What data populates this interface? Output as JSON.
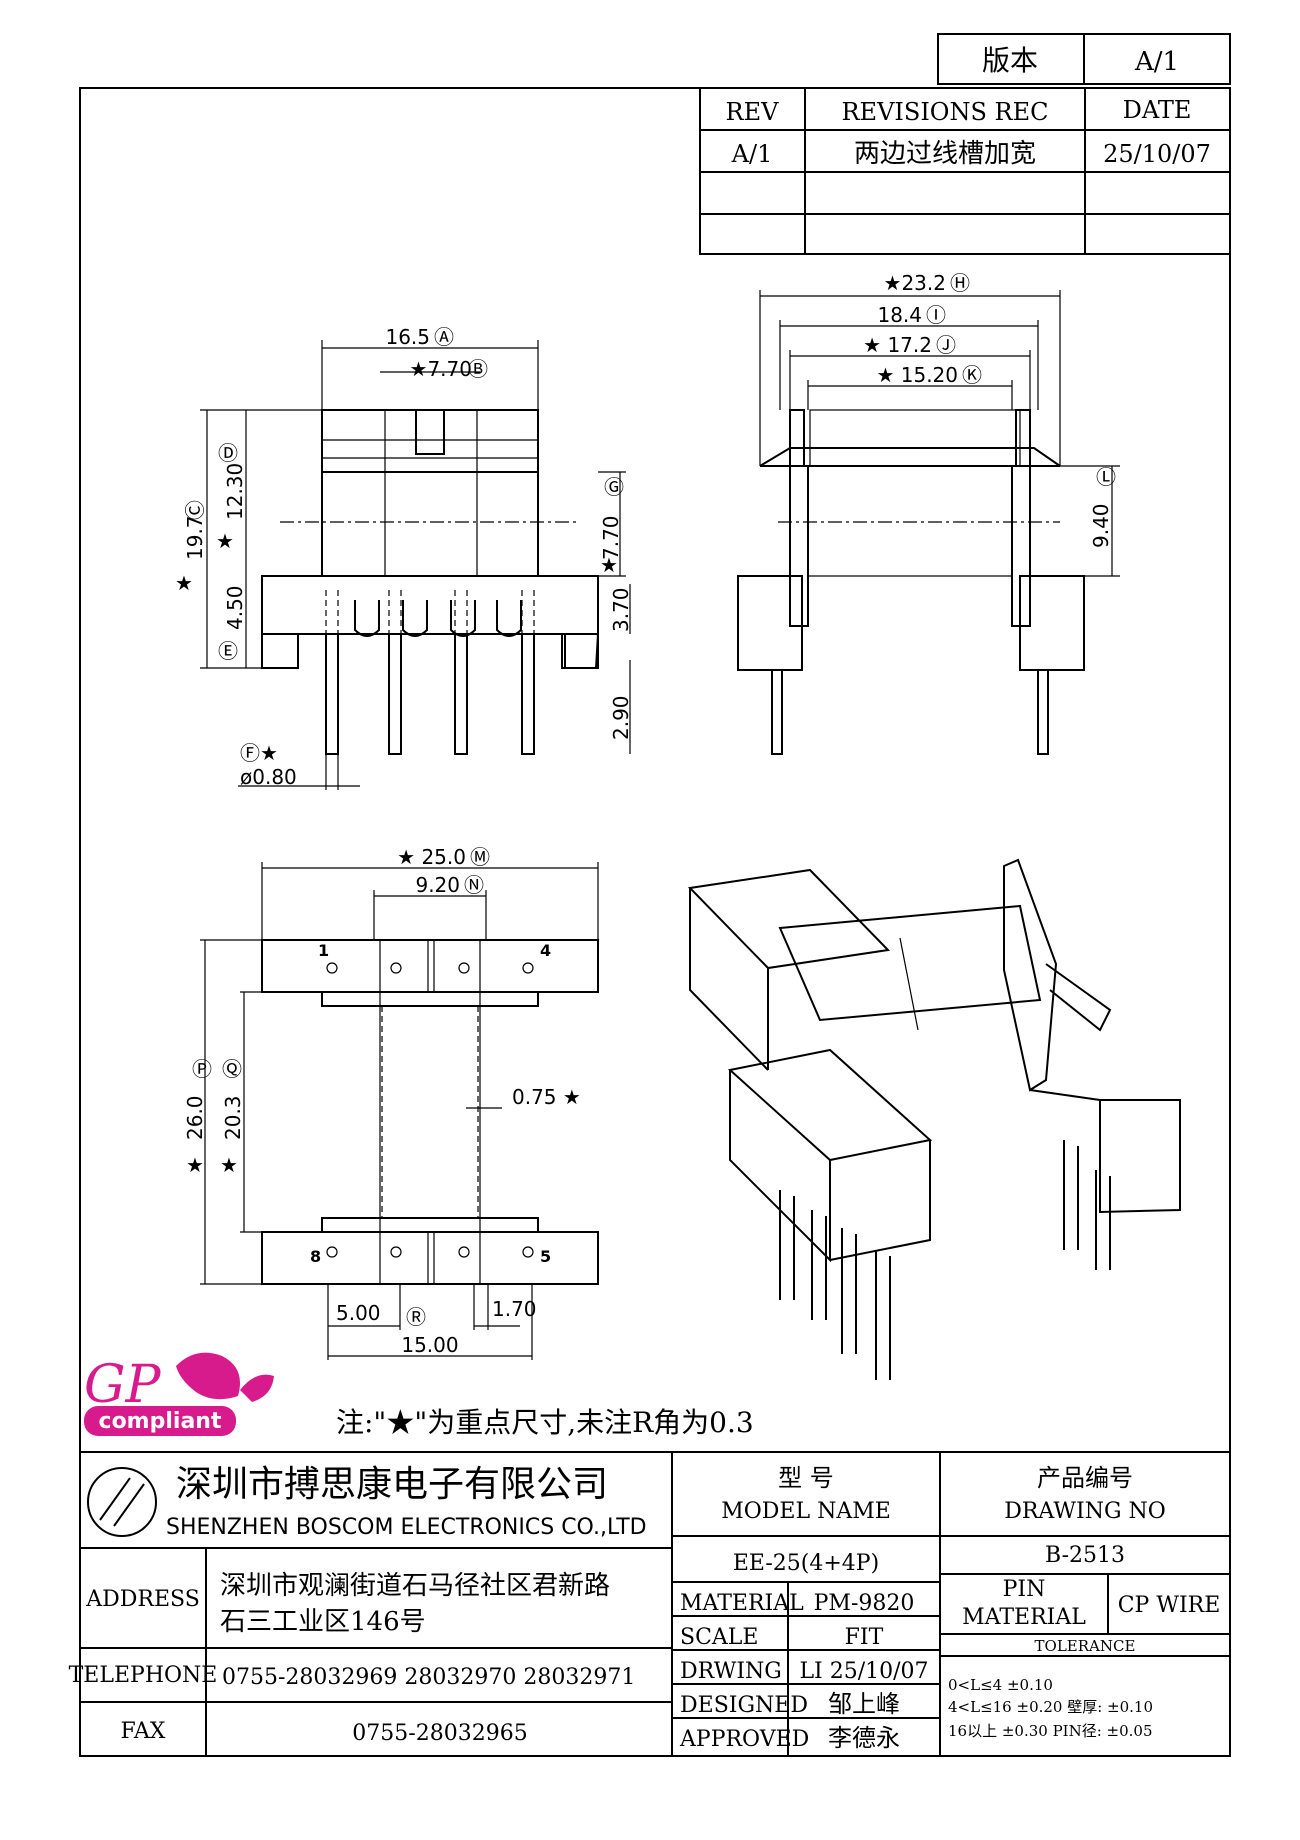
{
  "version_box": {
    "label": "版本",
    "value": "A/1"
  },
  "revisions": {
    "headers": {
      "rev": "REV",
      "rec": "REVISIONS REC",
      "date": "DATE"
    },
    "rows": [
      {
        "rev": "A/1",
        "rec": "两边过线槽加宽",
        "date": "25/10/07"
      }
    ]
  },
  "dimensions": {
    "A": "16.5",
    "B": "★7.70",
    "C": "19.7",
    "D": "12.30",
    "E": "4.50",
    "F": "ø0.80",
    "F_label": "Ⓕ★",
    "G": "7.70",
    "pin_h": "3.70",
    "pin_len": "2.90",
    "H": "★23.2",
    "I": "18.4",
    "J": "★ 17.2",
    "K": "★ 15.20",
    "L": "9.40",
    "M": "★ 25.0",
    "N": "9.20",
    "P": "26.0",
    "Q": "20.3",
    "wall": "0.75 ★",
    "R": "5.00",
    "gap": "1.70",
    "S": "15.00"
  },
  "dim_letters": {
    "A": "Ⓐ",
    "B": "Ⓑ",
    "C": "Ⓒ",
    "D": "Ⓓ",
    "E": "Ⓔ",
    "G": "Ⓖ",
    "H": "Ⓗ",
    "I": "Ⓘ",
    "J": "Ⓙ",
    "K": "Ⓚ",
    "L": "Ⓛ",
    "M": "Ⓜ",
    "N": "Ⓝ",
    "P": "Ⓟ",
    "Q": "Ⓠ",
    "R": "Ⓡ",
    "star": "★"
  },
  "pins": {
    "p1": "1",
    "p4": "4",
    "p8": "8",
    "p5": "5"
  },
  "logo": {
    "gp": "GP",
    "compliant": "compliant"
  },
  "note": "注:\"★\"为重点尺寸,未注R角为0.3",
  "company": {
    "cn": "深圳市搏思康电子有限公司",
    "en": "SHENZHEN BOSCOM ELECTRONICS CO.,LTD"
  },
  "model": {
    "label_cn": "型      号",
    "label_en": "MODEL NAME",
    "value": "EE-25(4+4P)"
  },
  "drawing_no": {
    "label_cn": "产品编号",
    "label_en": "DRAWING NO",
    "value": "B-2513"
  },
  "address": {
    "label": "ADDRESS",
    "line1": "深圳市观澜街道石马径社区君新路",
    "line2": "石三工业区146号"
  },
  "telephone": {
    "label": "TELEPHONE",
    "value": "0755-28032969  28032970  28032971"
  },
  "fax": {
    "label": "FAX",
    "value": "0755-28032965"
  },
  "specs": [
    {
      "label": "MATERIAL",
      "value": "PM-9820"
    },
    {
      "label": "SCALE",
      "value": "FIT"
    },
    {
      "label": "DRWING",
      "value": "LI 25/10/07"
    },
    {
      "label": "DESIGNED",
      "value": "邹上峰"
    },
    {
      "label": "APPROVED",
      "value": "李德永"
    }
  ],
  "pin_material": {
    "label1": "PIN",
    "label2": "MATERIAL",
    "value": "CP WIRE"
  },
  "tolerance": {
    "title": "TOLERANCE",
    "row1": "0<L≤4  ±0.10",
    "row2": "4<L≤16  ±0.20    壁厚:   ±0.10",
    "row3": "16以上      ±0.30   PIN径: ±0.05"
  },
  "colors": {
    "logo_magenta": "#d81b8c",
    "line": "#000000"
  }
}
